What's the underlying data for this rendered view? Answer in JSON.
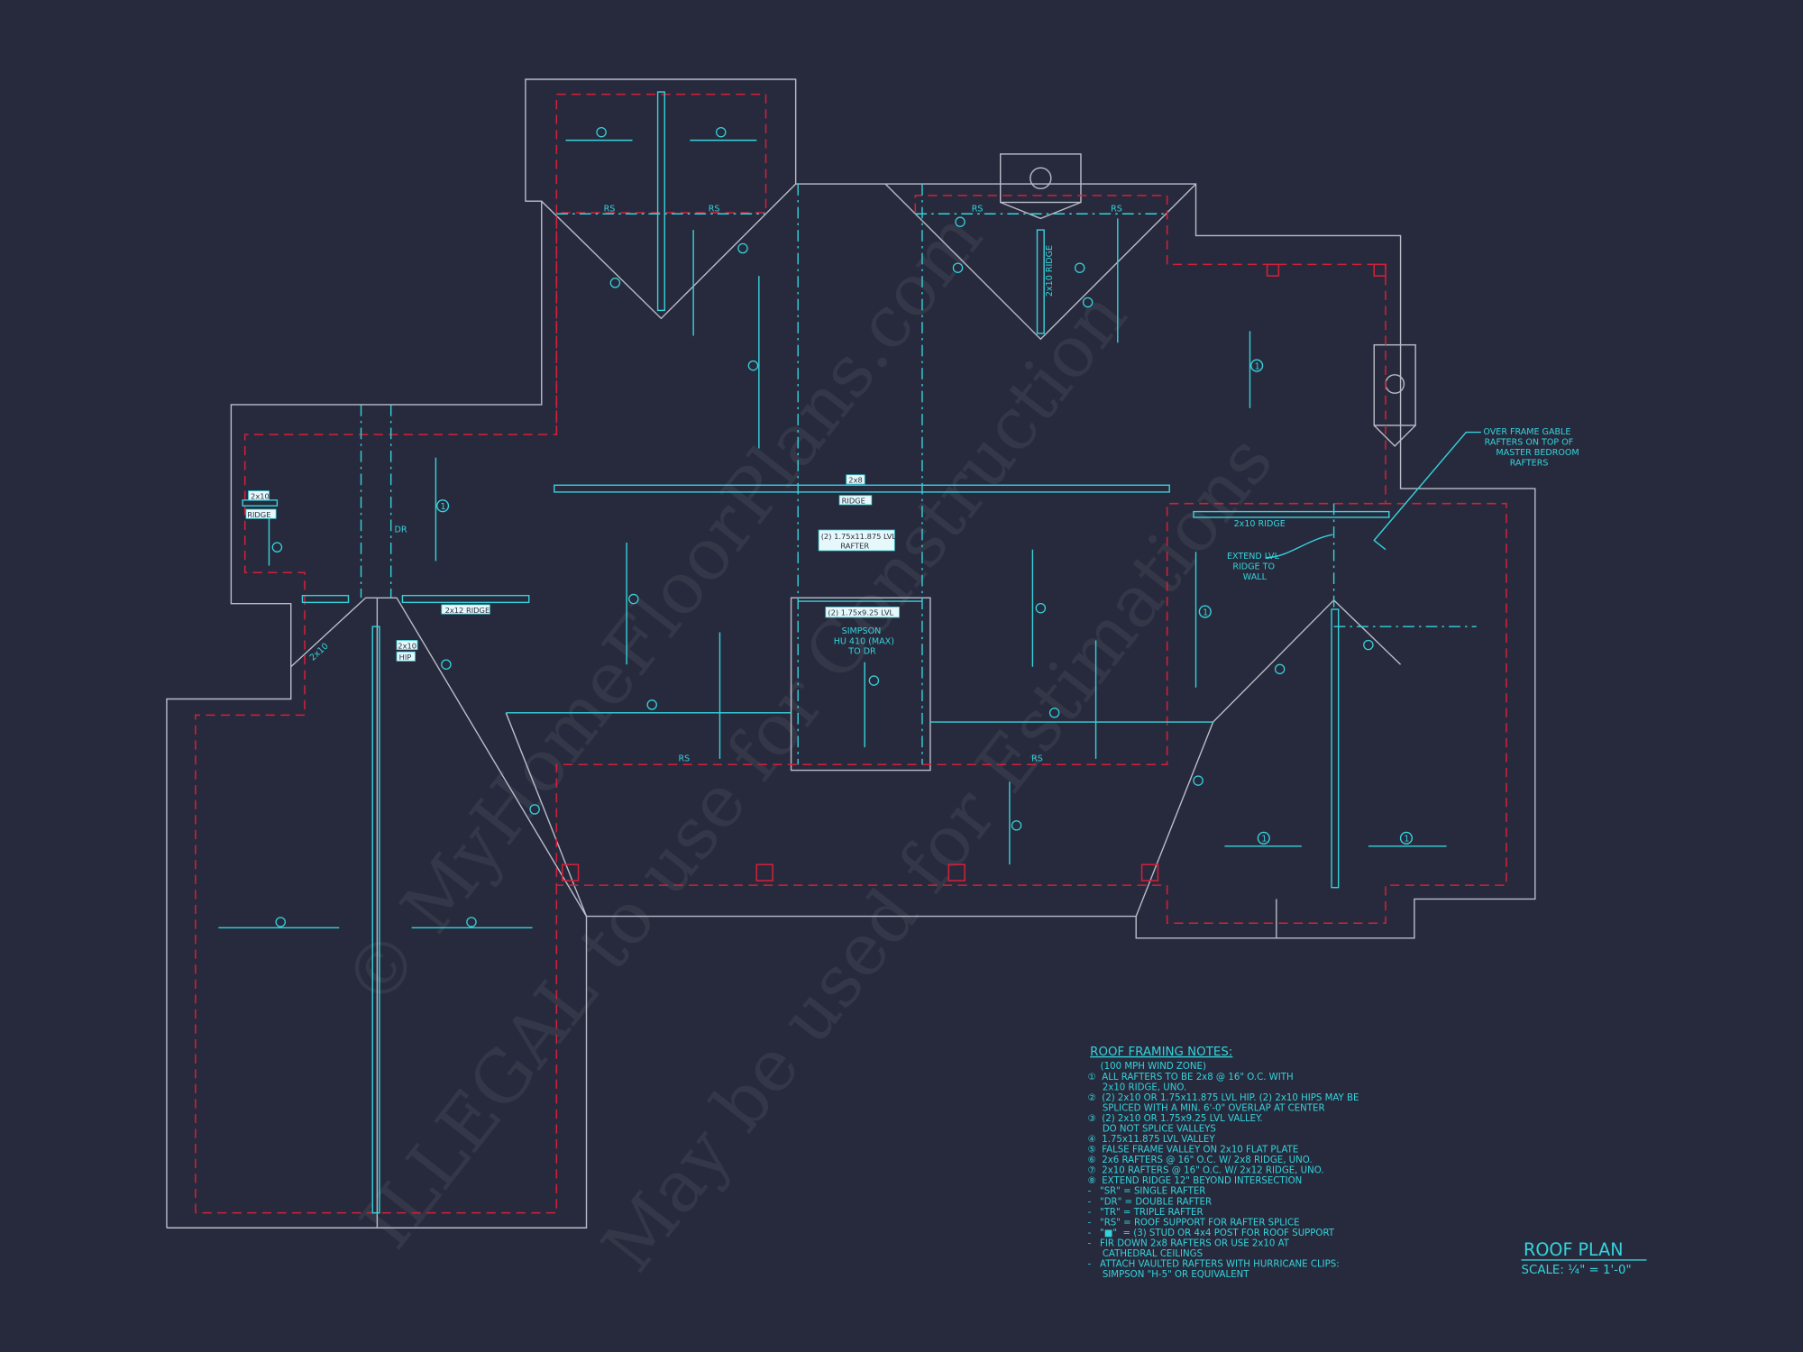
{
  "drawing": {
    "title": "ROOF PLAN",
    "scale": "SCALE: ¼\" = 1'-0\"",
    "colors": {
      "background": "#272a3c",
      "walls": "#b9bcc8",
      "framing": "#35d3dc",
      "roof_edge": "#d3203a"
    }
  },
  "labels": {
    "rs": "RS",
    "dr": "DR",
    "ridge_2x10": "2x10 RIDGE",
    "ridge_2x10_vertical": "2x10 RIDGE",
    "ridge_2x12": "2x12 RIDGE",
    "ridge": "RIDGE",
    "two_by_ten": "2x10",
    "two_by_eight": "2x8",
    "hip": "HIP",
    "lvl_rafter_1": "(2) 1.75x11.875 LVL",
    "lvl_rafter_2": "RAFTER",
    "lvl_beam": "(2) 1.75x9.25 LVL",
    "simpson_1": "SIMPSON",
    "simpson_2": "HU 410 (MAX)",
    "simpson_3": "TO DR",
    "extend_1": "EXTEND LVL",
    "extend_2": "RIDGE TO",
    "extend_3": "WALL",
    "overframe_1": "OVER FRAME GABLE",
    "overframe_2": "RAFTERS ON TOP OF",
    "overframe_3": "MASTER BEDROOM",
    "overframe_4": "RAFTERS",
    "note_ref_1": "1"
  },
  "notes": {
    "heading": "ROOF FRAMING NOTES:",
    "lines": [
      "(100 MPH WIND ZONE)",
      "①  ALL RAFTERS TO BE 2x8 @ 16\" O.C. WITH",
      "     2x10 RIDGE, UNO.",
      "②  (2) 2x10 OR 1.75x11.875 LVL HIP. (2) 2x10 HIPS MAY BE",
      "     SPLICED WITH A MIN. 6'-0\" OVERLAP AT CENTER",
      "③  (2) 2x10 OR 1.75x9.25 LVL VALLEY.",
      "     DO NOT SPLICE VALLEYS",
      "④  1.75x11.875 LVL VALLEY",
      "⑤  FALSE FRAME VALLEY ON 2x10 FLAT PLATE",
      "⑥  2x6 RAFTERS @ 16\" O.C. W/ 2x8 RIDGE, UNO.",
      "⑦  2x10 RAFTERS @ 16\" O.C. W/ 2x12 RIDGE, UNO.",
      "⑧  EXTEND RIDGE 12\" BEYOND INTERSECTION",
      "-   \"SR\" = SINGLE RAFTER",
      "-   \"DR\" = DOUBLE RAFTER",
      "-   \"TR\" = TRIPLE RAFTER",
      "-   \"RS\" = ROOF SUPPORT FOR RAFTER SPLICE",
      "-   \"■\"  = (3) STUD OR 4x4 POST FOR ROOF SUPPORT",
      "-   FIR DOWN 2x8 RAFTERS OR USE 2x10 AT",
      "     CATHEDRAL CEILINGS",
      "-   ATTACH VAULTED RAFTERS WITH HURRICANE CLIPS:",
      "     SIMPSON \"H-5\" OR EQUIVALENT"
    ]
  },
  "watermark": {
    "line1": "© MyHomeFloorPlans.com",
    "line2": "ILLEGAL to use for Construction",
    "line3": "May be used for Estimations"
  }
}
